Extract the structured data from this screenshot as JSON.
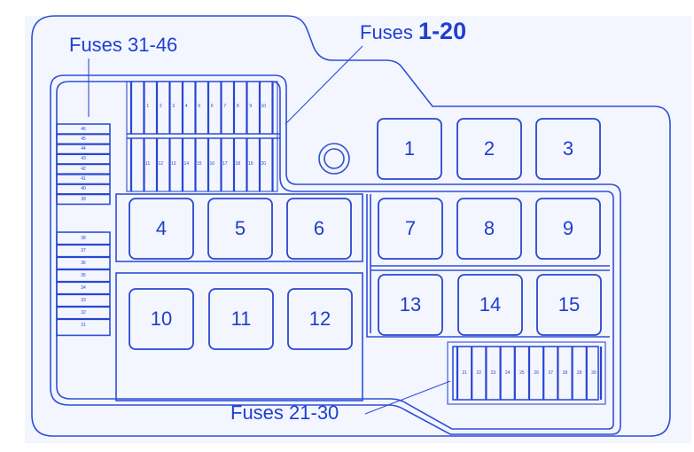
{
  "diagram": {
    "title_callouts": {
      "fuses_top_prefix": "Fuses",
      "fuses_top_range": "1-20",
      "fuses_left": "Fuses 31-46",
      "fuses_bottom": "Fuses 21-30"
    },
    "colors": {
      "line": "#2f4fd6",
      "text": "#1f3fd0",
      "background": "#f3f6ff"
    },
    "relays": [
      {
        "label": "1"
      },
      {
        "label": "2"
      },
      {
        "label": "3"
      },
      {
        "label": "4"
      },
      {
        "label": "5"
      },
      {
        "label": "6"
      },
      {
        "label": "7"
      },
      {
        "label": "8"
      },
      {
        "label": "9"
      },
      {
        "label": "10"
      },
      {
        "label": "11"
      },
      {
        "label": "12"
      },
      {
        "label": "13"
      },
      {
        "label": "14"
      },
      {
        "label": "15"
      }
    ],
    "fuse_block_top_row": [
      "1",
      "2",
      "3",
      "4",
      "5",
      "6",
      "7",
      "8",
      "9",
      "10"
    ],
    "fuse_block_bottom_row": [
      "11",
      "12",
      "13",
      "14",
      "15",
      "16",
      "17",
      "18",
      "19",
      "20"
    ],
    "fuse_block_left_upper": [
      "46",
      "45",
      "44",
      "43",
      "42",
      "41",
      "40",
      "39"
    ],
    "fuse_block_left_lower": [
      "38",
      "37",
      "36",
      "35",
      "34",
      "33",
      "32",
      "31"
    ],
    "fuse_block_right_bottom": [
      "21",
      "22",
      "23",
      "24",
      "25",
      "26",
      "27",
      "28",
      "29",
      "30"
    ]
  }
}
